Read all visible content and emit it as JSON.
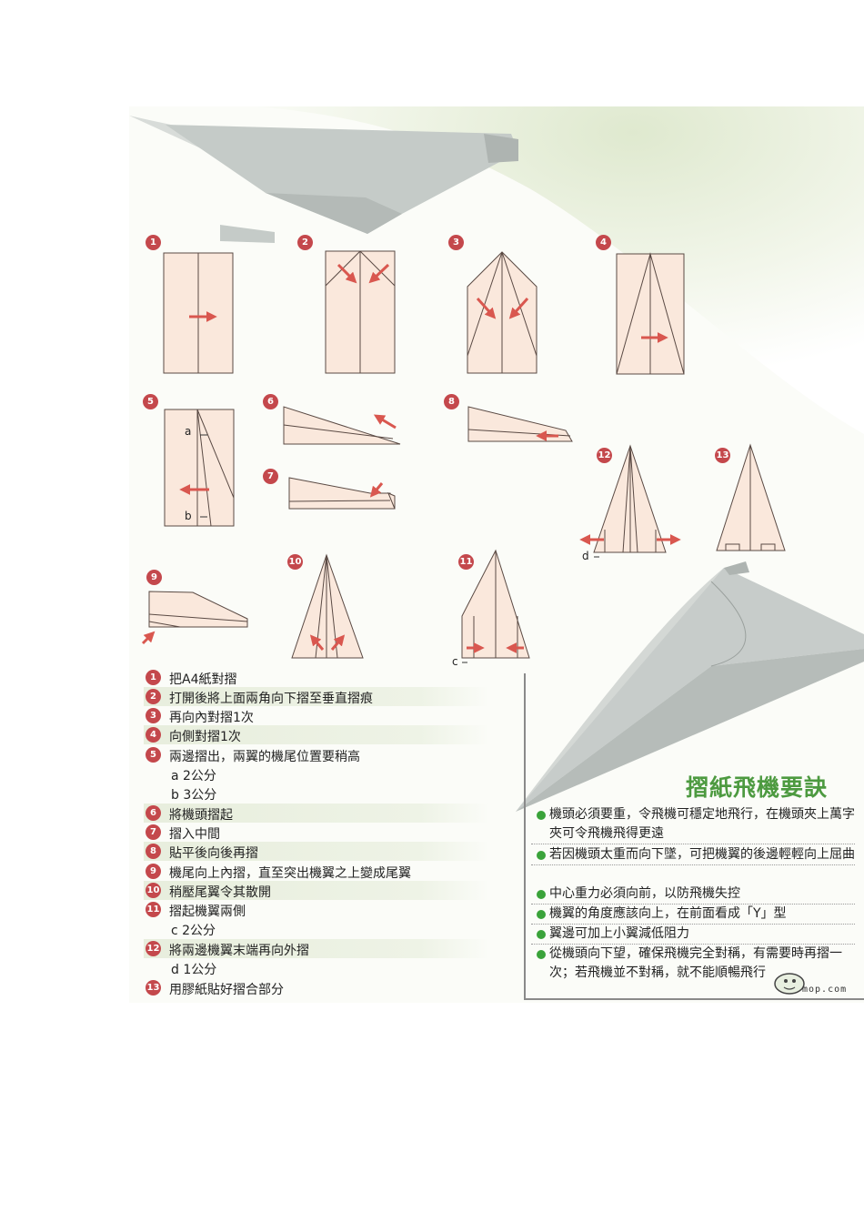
{
  "steps": {
    "s1": "1",
    "s2": "2",
    "s3": "3",
    "s4": "4",
    "s5": "5",
    "s6": "6",
    "s7": "7",
    "s8": "8",
    "s9": "9",
    "s10": "10",
    "s11": "11",
    "s12": "12",
    "s13": "13"
  },
  "diagram_labels": {
    "a": "a",
    "b": "b",
    "c": "c",
    "d": "d"
  },
  "instructions": [
    {
      "num": "1",
      "text": "把A4紙對摺"
    },
    {
      "num": "2",
      "text": "打開後將上面兩角向下摺至垂直摺痕"
    },
    {
      "num": "3",
      "text": "再向內對摺1次"
    },
    {
      "num": "4",
      "text": "向側對摺1次"
    },
    {
      "num": "5",
      "text": "兩邊摺出，兩翼的機尾位置要稍高"
    },
    {
      "num": "6",
      "text": "將機頭摺起"
    },
    {
      "num": "7",
      "text": "摺入中間"
    },
    {
      "num": "8",
      "text": "貼平後向後再摺"
    },
    {
      "num": "9",
      "text": "機尾向上內摺，直至突出機翼之上變成尾翼"
    },
    {
      "num": "10",
      "text": "稍壓尾翼令其散開"
    },
    {
      "num": "11",
      "text": "摺起機翼兩側"
    },
    {
      "num": "12",
      "text": "將兩邊機翼末端再向外摺"
    },
    {
      "num": "13",
      "text": "用膠紙貼好摺合部分"
    }
  ],
  "subnotes": {
    "a": "a 2公分",
    "b": "b 3公分",
    "c": "c  2公分",
    "d": "d 1公分"
  },
  "tips": {
    "title": "摺紙飛機要訣",
    "items": [
      "機頭必須要重，令飛機可穩定地飛行，在機頭夾上萬字夾可令飛機飛得更遠",
      "若因機頭太重而向下墜，可把機翼的後邊輕輕向上屈曲",
      "中心重力必須向前，以防飛機失控",
      "機翼的角度應該向上，在前面看成「Y」型",
      "翼邊可加上小翼減低阻力",
      "從機頭向下望，確保飛機完全對稱，有需要時再摺一次；若飛機並不對稱，就不能順暢飛行"
    ]
  },
  "watermark": "mop.com",
  "colors": {
    "paper": "#fae8dc",
    "arrow": "#d9574f",
    "step": "#c4484c",
    "tip_title": "#4d9a40",
    "bullet": "#3aa33a"
  }
}
